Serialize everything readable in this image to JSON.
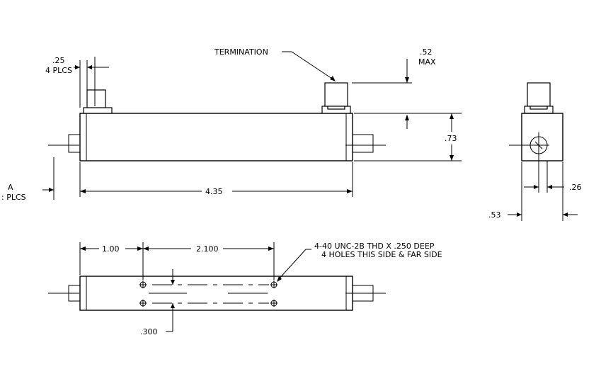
{
  "labels": {
    "dim_25": ".25",
    "plcs_4_top": "4 PLCS",
    "termination": "TERMINATION",
    "dim_52": ".52",
    "max": "MAX",
    "dim_73": ".73",
    "dim_A": "A",
    "plcs_left": ": PLCS",
    "dim_435": "4.35",
    "dim_26": ".26",
    "dim_53": ".53",
    "dim_100": "1.00",
    "dim_2100": "2.100",
    "thread_note_1": "4-40 UNC-2B THD X .250 DEEP",
    "thread_note_2": "4 HOLES THIS SIDE & FAR SIDE",
    "dim_300": ".300"
  }
}
